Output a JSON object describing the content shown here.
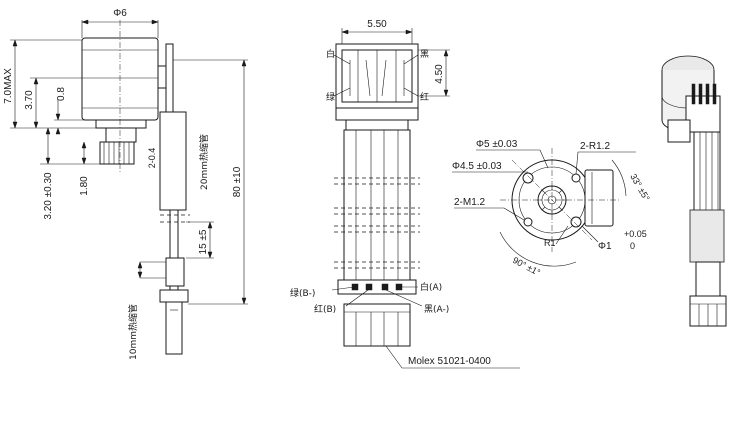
{
  "side_view": {
    "dia_body": "Φ6",
    "h_max": "7.0MAX",
    "h_370": "3.70",
    "h_08": "0.8",
    "h_320": "3.20 ±0.30",
    "h_180": "1.80",
    "w_204": "2-0.4",
    "tube_20": "20mm热缩管",
    "total_80": "80 ±10",
    "len_15": "15 ±5",
    "tube_10": "10mm热缩管"
  },
  "front_view": {
    "width_550": "5.50",
    "height_450": "4.50",
    "top_white": "白",
    "top_black": "黑",
    "top_green": "绿",
    "top_red": "红",
    "green_b": "绿(B-)",
    "white_a": "白(A)",
    "red_b": "红(B)",
    "black_a": "黑(A-)",
    "connector": "Molex 51021-0400"
  },
  "top_view": {
    "dia_5": "Φ5 ±0.03",
    "dia_45": "Φ4.5 ±0.03",
    "r12": "2-R1.2",
    "m12": "2-M1.2",
    "angle_33": "33° ±5°",
    "angle_90": "90° ±1°",
    "r1": "R1",
    "dia_1": "Φ1",
    "tol_plus": "+0.05",
    "tol_zero": "0"
  }
}
